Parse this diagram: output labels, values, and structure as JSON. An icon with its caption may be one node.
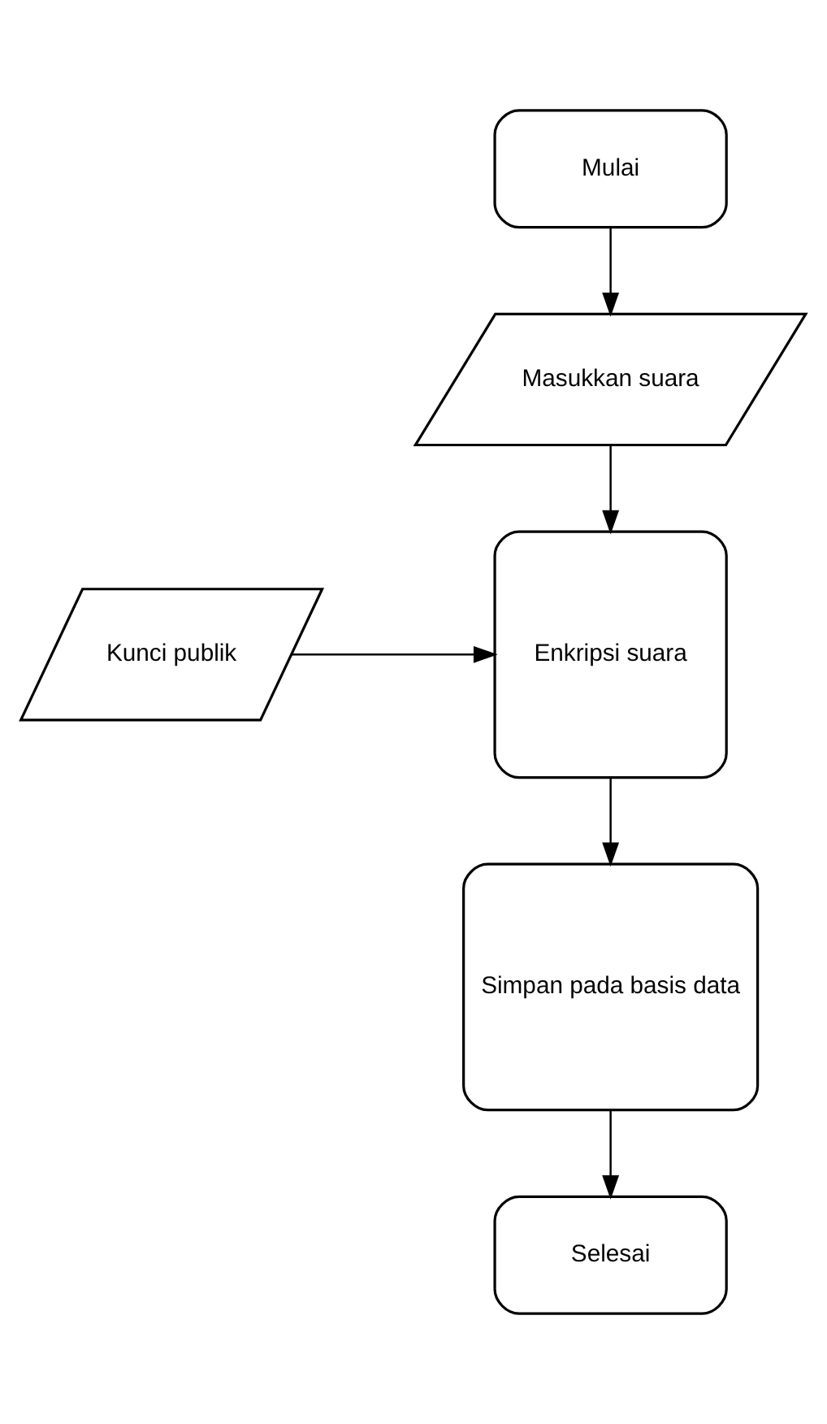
{
  "diagram": {
    "nodes": [
      {
        "text": [
          "Mulai"
        ]
      },
      {
        "text": [
          "Masukkan suara"
        ]
      },
      {
        "text": [
          "Enkripsi suara"
        ]
      },
      {
        "text": [
          "Kunci publik"
        ]
      },
      {
        "text": [
          "Simpan pada basis data"
        ]
      },
      {
        "text": [
          "Selesai"
        ]
      }
    ],
    "edges": [
      {
        "from": 0,
        "to": 1,
        "arrow": "to"
      },
      {
        "from": 1,
        "to": 2,
        "arrow": "to"
      },
      {
        "from": 3,
        "to": 2,
        "arrow": "to"
      },
      {
        "from": 2,
        "to": 4,
        "arrow": "to"
      },
      {
        "from": 4,
        "to": 5,
        "arrow": "to"
      }
    ]
  }
}
